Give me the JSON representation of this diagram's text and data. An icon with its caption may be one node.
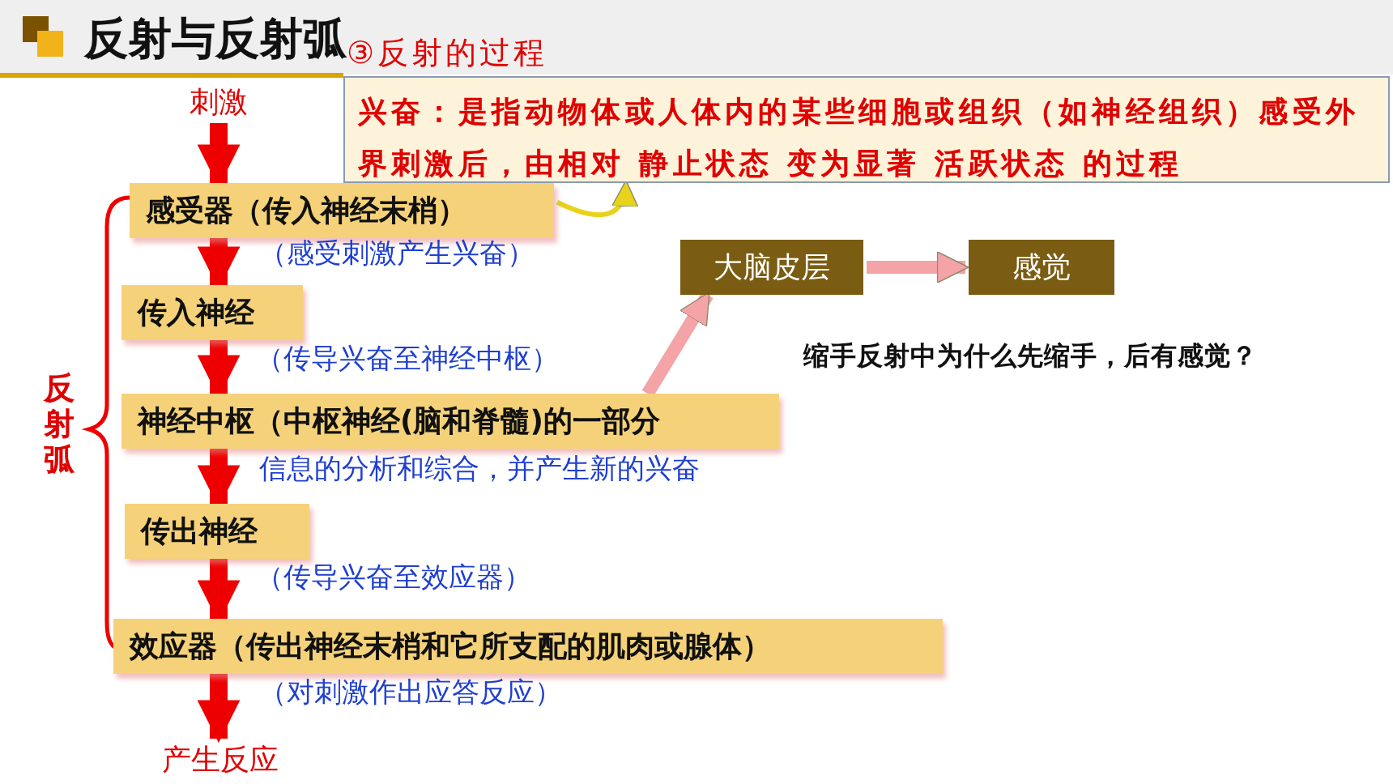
{
  "diagram": {
    "title": "反射与反射弧",
    "nodes": [
      {
        "text": [
          "刺激"
        ]
      },
      {
        "text": [
          "感受器（传入神经末梢）"
        ]
      },
      {
        "text": [
          "传入神经"
        ]
      },
      {
        "text": [
          "神经中枢（中枢神经(脑和脊髓)的一部分"
        ]
      },
      {
        "text": [
          "传出神经"
        ]
      },
      {
        "text": [
          "效应器（传出神经末梢和它所支配的肌肉或腺体）"
        ]
      },
      {
        "text": [
          "产生反应"
        ]
      },
      {
        "text": [
          "大脑皮层"
        ]
      },
      {
        "text": [
          "感觉"
        ]
      },
      {
        "text": [
          "兴奋：是指动物体或人体内的某些细胞或组织（如神经组织）感受外界刺激后，由相对 静止状态 变为显著 活跃状态 的过程"
        ]
      }
    ],
    "edges": [
      {
        "from": 0,
        "to": 1,
        "arrow": "to"
      },
      {
        "from": 1,
        "to": 2,
        "arrow": "to",
        "label": "（感受刺激产生兴奋）"
      },
      {
        "from": 2,
        "to": 3,
        "arrow": "to",
        "label": "（传导兴奋至神经中枢）"
      },
      {
        "from": 3,
        "to": 4,
        "arrow": "to",
        "label": "信息的分析和综合，并产生新的兴奋"
      },
      {
        "from": 4,
        "to": 5,
        "arrow": "to",
        "label": "（传导兴奋至效应器）"
      },
      {
        "from": 5,
        "to": 6,
        "arrow": "to",
        "label": "（对刺激作出应答反应）"
      },
      {
        "from": 3,
        "to": 7,
        "arrow": "to",
        "color": "#f4a3a6"
      },
      {
        "from": 7,
        "to": 8,
        "arrow": "to",
        "color": "#f4a3a6"
      },
      {
        "from": 1,
        "to": 9,
        "arrow": "to",
        "color": "#e8d21a"
      }
    ],
    "labels": [
      "③反射的过程",
      "反射弧",
      "缩手反射中为什么先缩手，后有感觉？"
    ]
  }
}
